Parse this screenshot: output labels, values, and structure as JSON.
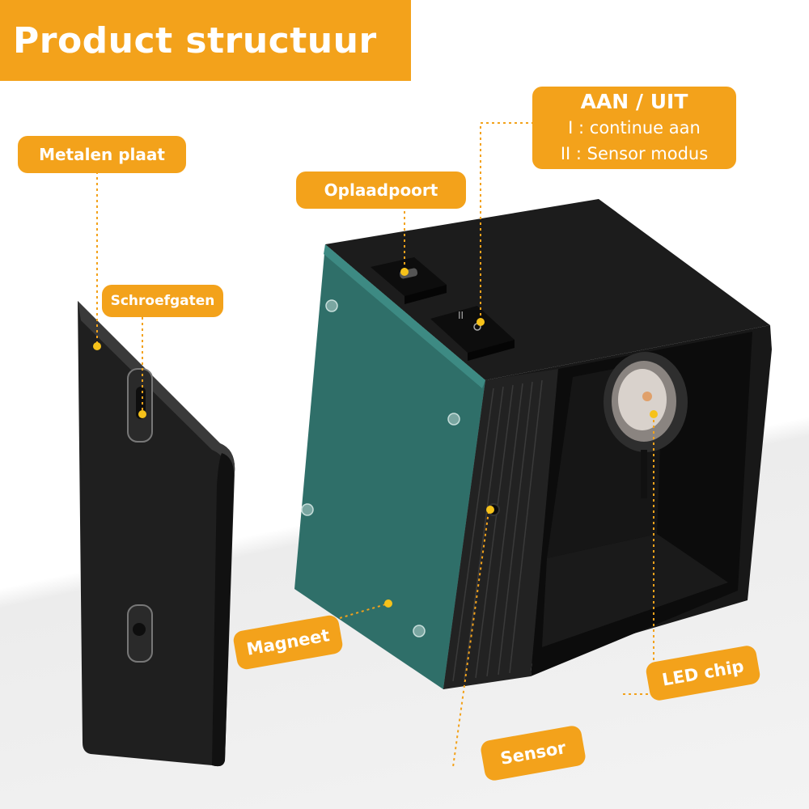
{
  "title": "Product structuur",
  "labels": {
    "metal_plate": "Metalen plaat",
    "screw_holes": "Schroefgaten",
    "charging_port": "Oplaadpoort",
    "magnet": "Magneet",
    "led_chip": "LED chip",
    "sensor": "Sensor"
  },
  "switch": {
    "title": "AAN / UIT",
    "line1": "I : continue aan",
    "line2": "II : Sensor modus"
  },
  "colors": {
    "accent": "#f3a21b",
    "body": "#1e1e1e",
    "backplate": "#2f6f69",
    "connector": "#f3a21b",
    "dot": "#f6c21a"
  }
}
